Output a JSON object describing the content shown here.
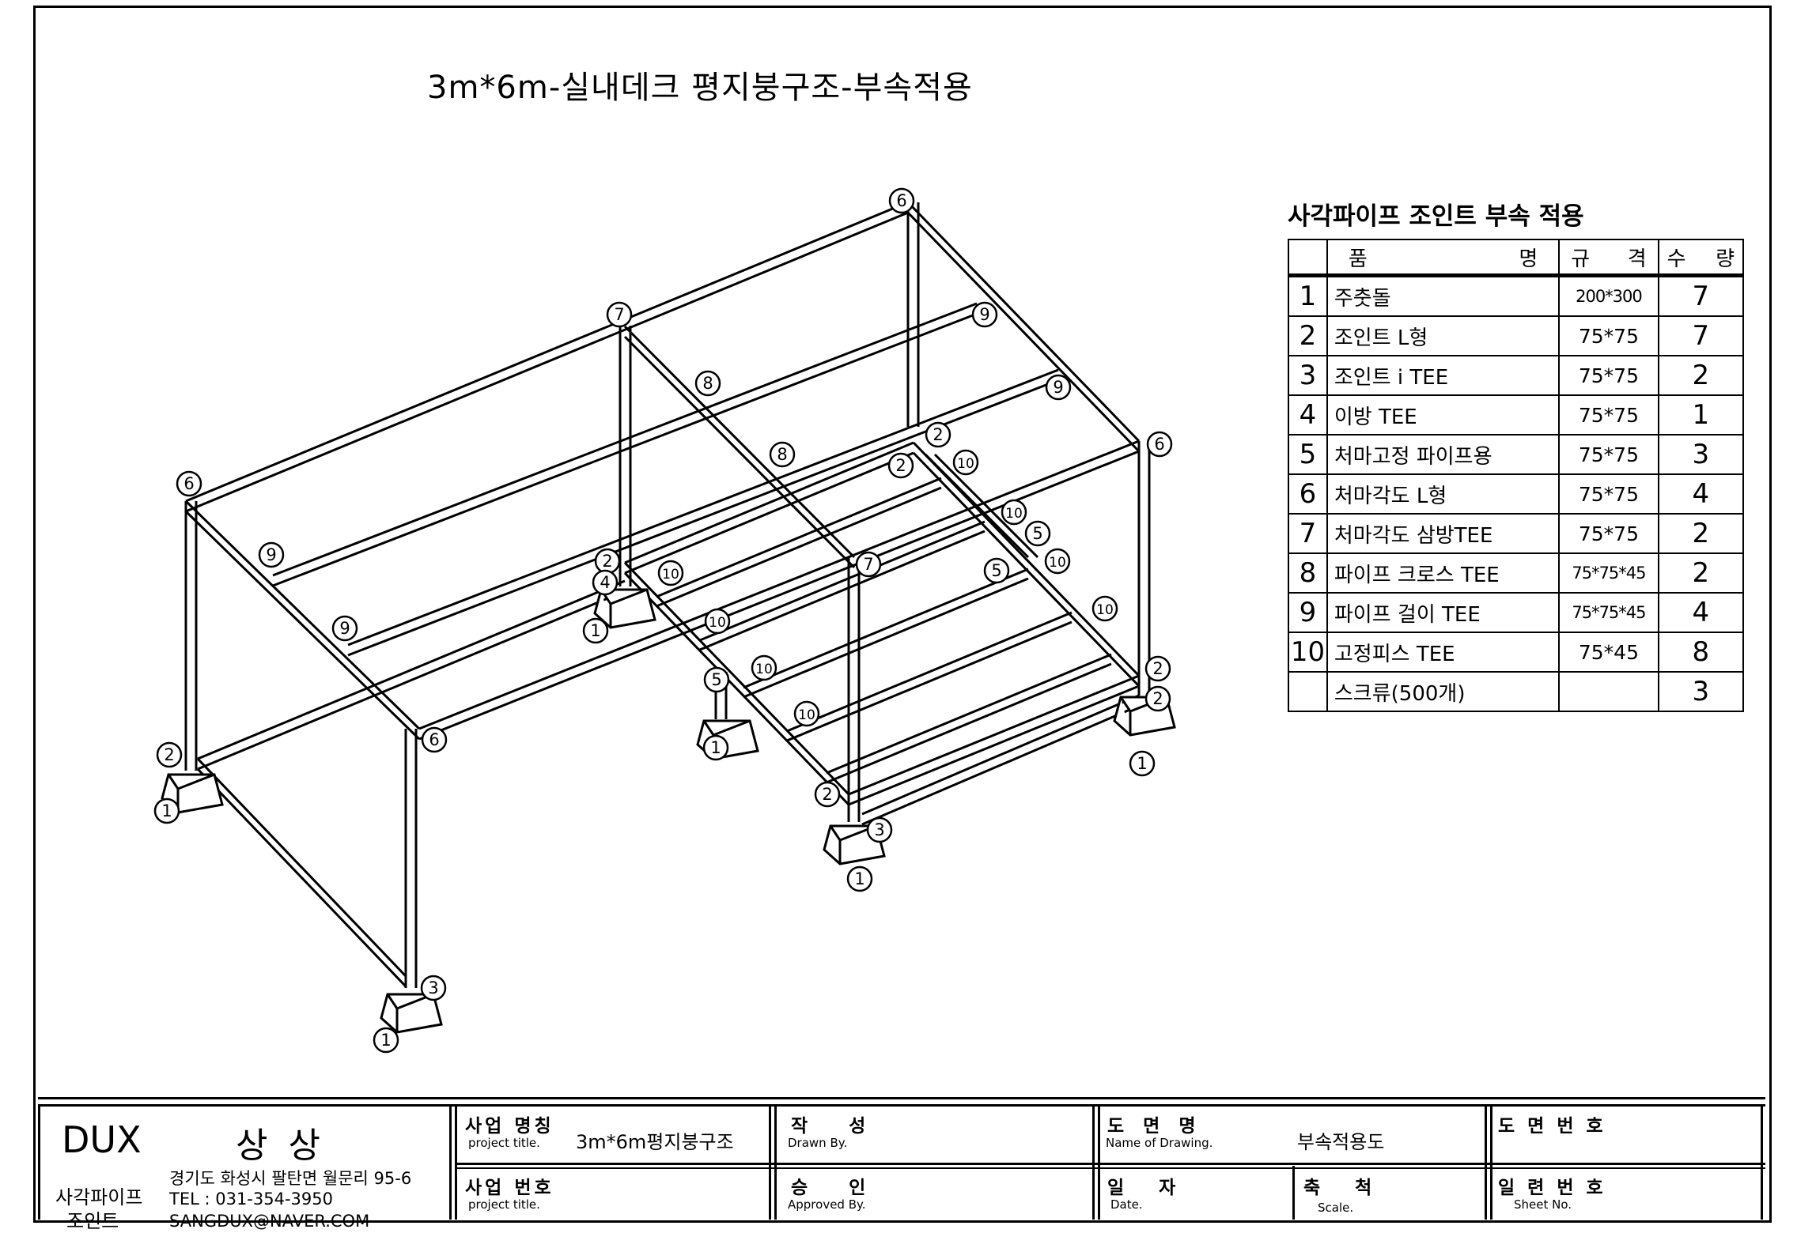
{
  "title": "3m*6m-실내데크 평지붕구조-부속적용",
  "callout_numbers": [
    "1",
    "2",
    "3",
    "4",
    "5",
    "6",
    "7",
    "8",
    "9",
    "10"
  ],
  "parts_table": {
    "caption": "사각파이프 조인트 부속 적용",
    "headers": {
      "name_a": "품",
      "name_b": "명",
      "spec_a": "규",
      "spec_b": "격",
      "qty_a": "수",
      "qty_b": "량"
    },
    "rows": [
      {
        "no": "1",
        "name": "주춧돌",
        "spec": "200*300",
        "qty": "7"
      },
      {
        "no": "2",
        "name": "조인트 L형",
        "spec": "75*75",
        "qty": "7"
      },
      {
        "no": "3",
        "name": "조인트 i TEE",
        "spec": "75*75",
        "qty": "2"
      },
      {
        "no": "4",
        "name": "이방 TEE",
        "spec": "75*75",
        "qty": "1"
      },
      {
        "no": "5",
        "name": "처마고정 파이프용",
        "spec": "75*75",
        "qty": "3"
      },
      {
        "no": "6",
        "name": "처마각도 L형",
        "spec": "75*75",
        "qty": "4"
      },
      {
        "no": "7",
        "name": "처마각도 삼방TEE",
        "spec": "75*75",
        "qty": "2"
      },
      {
        "no": "8",
        "name": "파이프 크로스 TEE",
        "spec": "75*75*45",
        "qty": "2"
      },
      {
        "no": "9",
        "name": "파이프 걸이 TEE",
        "spec": "75*75*45",
        "qty": "4"
      },
      {
        "no": "10",
        "name": "고정피스 TEE",
        "spec": "75*45",
        "qty": "8"
      },
      {
        "no": "",
        "name": "스크류(500개)",
        "spec": "",
        "qty": "3"
      }
    ]
  },
  "title_block": {
    "brand": "DUX",
    "company": "상 상",
    "company_sub_1": "사각파이프",
    "company_sub_2": "조인트",
    "address": "경기도 화성시 팔탄면 월문리 95-6",
    "tel": "TEL : 031-354-3950",
    "email": "SANGDUX@NAVER.COM",
    "project_name_ko": "사업 명칭",
    "project_name_en": "project title.",
    "project_name_value": "3m*6m평지붕구조",
    "project_no_ko": "사업 번호",
    "project_no_en": "project title.",
    "drawn_ko": "작 성",
    "drawn_en": "Drawn By.",
    "approved_ko": "승 인",
    "approved_en": "Approved By.",
    "drawing_name_ko": "도 면 명",
    "drawing_name_en": "Name of Drawing.",
    "drawing_name_value": "부속적용도",
    "date_ko": "일 자",
    "date_en": "Date.",
    "scale_ko": "축 척",
    "scale_en": "Scale.",
    "drawing_no_ko": "도 면 번 호",
    "sheet_no_ko": "일 련 번 호",
    "sheet_no_en": "Sheet No."
  }
}
